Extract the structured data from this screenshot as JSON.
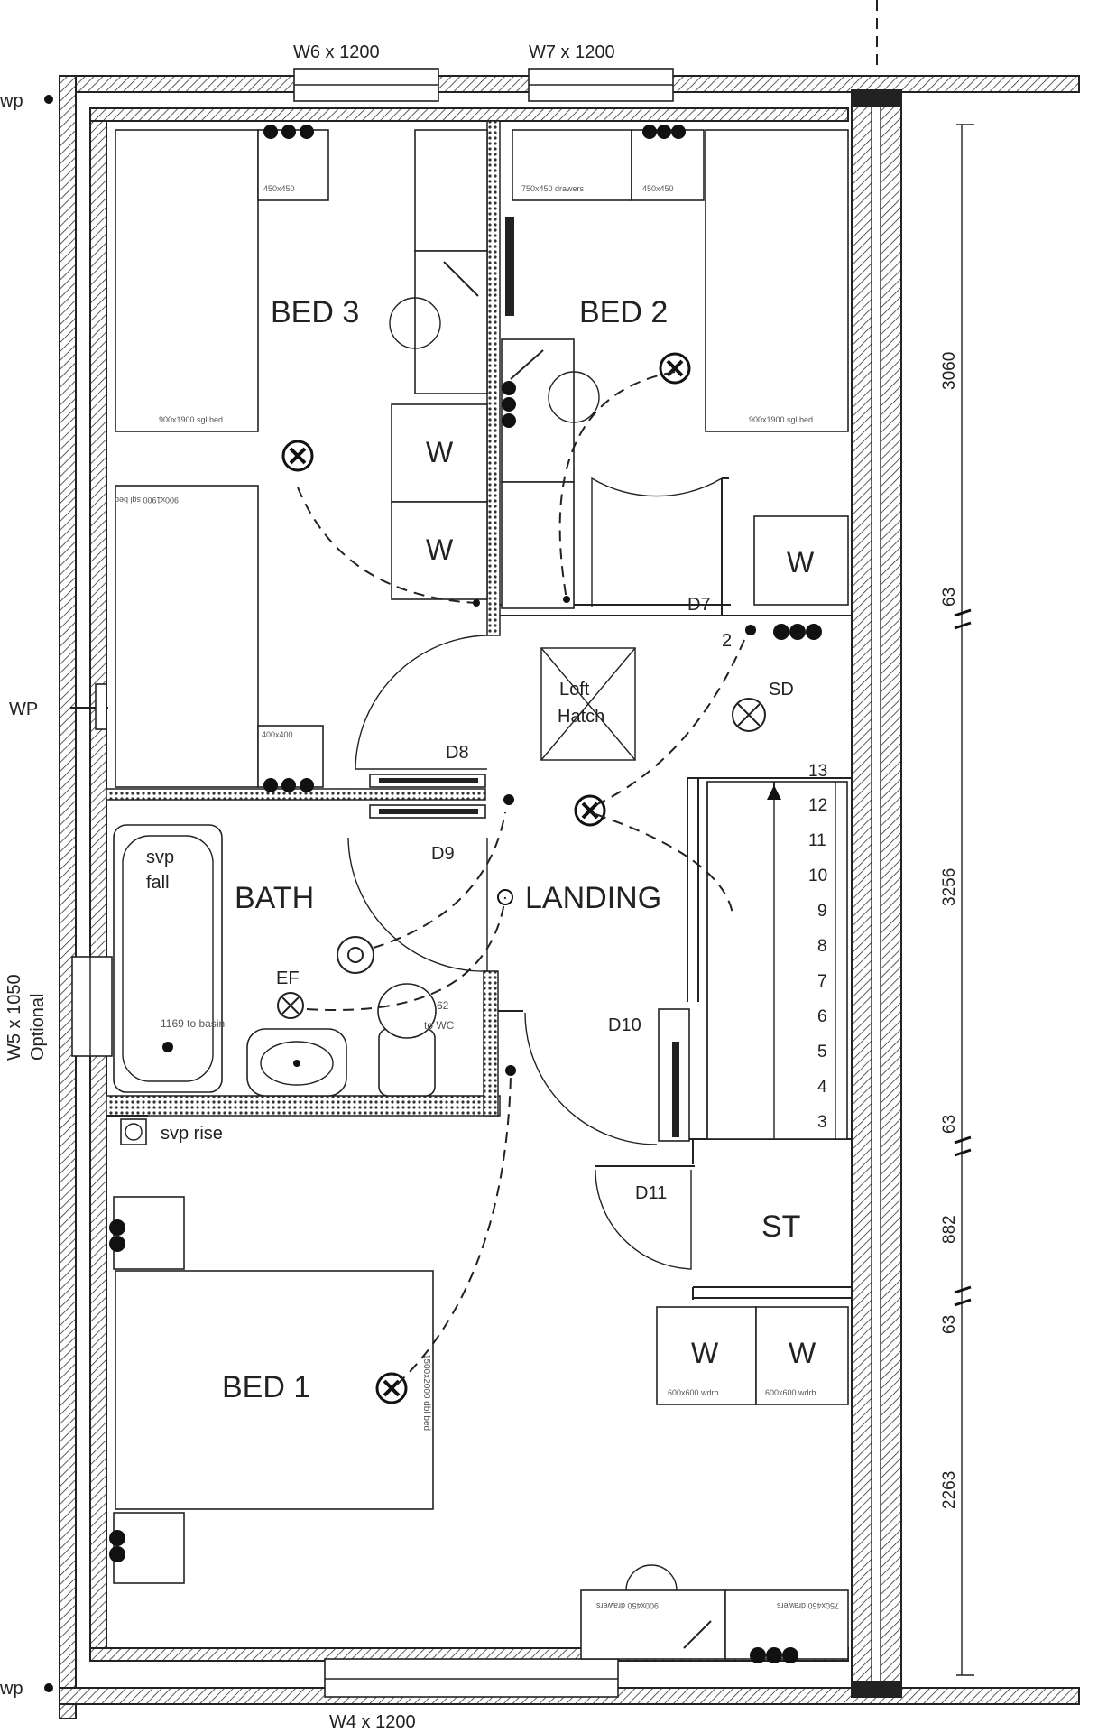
{
  "rooms": {
    "bed3": "BED 3",
    "bed2": "BED 2",
    "bed1": "BED 1",
    "bath": "BATH",
    "landing": "LANDING",
    "store": "ST"
  },
  "wardrobe_label": "W",
  "windows": {
    "w6": "W6 x 1200",
    "w7": "W7 x 1200",
    "w5": "W5 x 1050",
    "w5_note": "Optional",
    "w4": "W4 x 1200"
  },
  "doors": {
    "d7": "D7",
    "d8": "D8",
    "d9": "D9",
    "d10": "D10",
    "d11": "D11"
  },
  "fixtures": {
    "loft_hatch": [
      "Loft",
      "Hatch"
    ],
    "smoke_detector": "SD",
    "extractor_fan": "EF",
    "svp_fall": [
      "svp",
      "fall"
    ],
    "svp_rise": "svp rise",
    "pipe_label_top": "wp",
    "pipe_label_mid": "WP",
    "pipe_label_bottom": "wp",
    "basin_note": "1169 to basin",
    "wc_note": [
      "62",
      "to WC"
    ],
    "switch_count": "2"
  },
  "furniture_notes": {
    "bed3_bed": "900x1900 sgl bed",
    "bed3_bed2": "900x1900 sgl bed",
    "bed2_bed": "900x1900 sgl bed",
    "bed1_bed": "1500x2000 dbl bed",
    "bedside_450": "450x450",
    "bedside_400": "400x400",
    "drawers_750": "750x450 drawers",
    "drawers_900": "900x450 drawers",
    "wardrobe_600": "600x600 wdrb"
  },
  "stair_steps": [
    "13",
    "12",
    "11",
    "10",
    "9",
    "8",
    "7",
    "6",
    "5",
    "4",
    "3"
  ],
  "dimensions": [
    "3060",
    "63",
    "3256",
    "63",
    "882",
    "63",
    "2263"
  ]
}
